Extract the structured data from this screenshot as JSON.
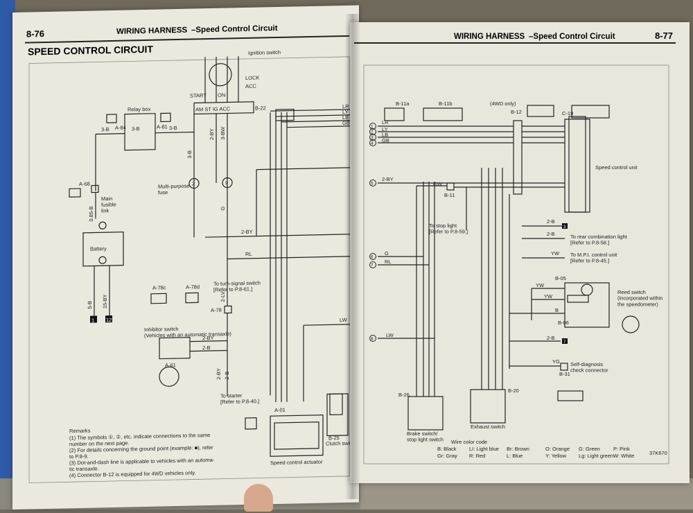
{
  "left_page": {
    "page_number": "8-76",
    "header_title": "WIRING HARNESS",
    "header_subtitle": "–Speed Control Circuit",
    "section_title": "SPEED CONTROL CIRCUIT",
    "labels": {
      "ignition_switch": "Ignition switch",
      "lock": "LOCK",
      "acc": "ACC",
      "start": "START",
      "on": "ON",
      "terminals": "AM ST IG   ACC",
      "b22": "B-22",
      "relay_box": "Relay box",
      "a84": "A-84",
      "a81": "A-81",
      "wire_3b_1": "3-B",
      "wire_3b_2": "3-B",
      "wire_3b_3": "3-B",
      "wire_3b_v": "3-B",
      "wire_2by_v": "2-BY",
      "wire_3bw_v": "3-BW",
      "a68": "A-68",
      "main_fusible": "Main\nfusible\nlink",
      "wire_085b": "0.85-B",
      "multi_fuse": "Multi-purpose\nfuse",
      "sym2": "2",
      "sym9": "9",
      "battery": "Battery",
      "wire_g_v": "G",
      "wire_2by_h": "2-BY",
      "wire_rl": "RL",
      "wire_5b": "5-B",
      "wire_15by": "15-BY",
      "gnd1": "1",
      "gnd12": "12",
      "a78c": "A-78c",
      "a78d": "A-78d",
      "turn_signal": "To turn-signal switch\n[Refer to P.8-61.]",
      "a78": "A-78",
      "wire_2lv": "2-LV",
      "inhibitor": "Inhibitor switch\n(Vehicles with an automatic transaxle)",
      "wire_2by_i": "2-BY",
      "wire_2b_i": "2-B",
      "a61": "A-61",
      "wire_2by_s": "2-BY",
      "wire_2b_s": "2-B",
      "to_starter": "To starter\n[Refer to P.8-40.]",
      "wire_lr": "LR",
      "wire_ly": "LY",
      "wire_lb": "LB",
      "wire_gb": "GB",
      "wire_lw": "LW",
      "a01": "A-01",
      "b25": "B-25",
      "actuator": "Speed control actuator",
      "clutch": "Clutch switch"
    },
    "remarks_title": "Remarks",
    "remarks": [
      "(1)  The symbols ①, ②, etc. indicate connections to the same",
      "      number on the next page.",
      "(2)  For details concerning the ground point (example: ■), refer",
      "      to P.8-9.",
      "(3)  Dot-and-dash line is applicable to vehicles with an automa-",
      "      tic transaxle.",
      "(4)  Connector B-12 is equipped for 4WD vehicles only."
    ]
  },
  "right_page": {
    "page_number": "8-77",
    "header_title": "WIRING HARNESS",
    "header_subtitle": "–Speed Control Circuit",
    "labels": {
      "b11a": "B-11a",
      "b11b": "B-11b",
      "b12": "B-12",
      "fourwd": "(4WD only)",
      "c19": "C-19",
      "scu": "Speed control unit",
      "n1": "1",
      "n2": "2",
      "n3": "3",
      "n4": "4",
      "n5": "5",
      "n6": "6",
      "n7": "7",
      "n8": "8",
      "w_lr": "LR",
      "w_ly": "LY",
      "w_lb": "LB",
      "w_gb": "GB",
      "w_2by": "2-BY",
      "w_gw": "GW",
      "b11": "B-11",
      "w_g": "G",
      "w_rl": "RL",
      "w_lw": "LW",
      "stop_light": "To stop light\n[Refer to P.8-59.]",
      "rear_combo": "To rear combination light\n[Refer to P.8-58.]",
      "mpi": "To M.P.I. control unit\n[Refer to P.8-45.]",
      "w_2b_1": "2-B",
      "w_2b_2": "2-B",
      "w_2b_3": "2-B",
      "w_yw_1": "YW",
      "w_yw_2": "YW",
      "w_yw_3": "YW",
      "w_b": "B",
      "w_yg": "YG",
      "b05": "B-05",
      "b06": "B-06",
      "b31": "B-31",
      "reed": "Reed switch\n(incorporated within\nthe speedometer)",
      "self_diag": "Self-diagnosis\ncheck connector",
      "gnd3": "3",
      "gnd7": "7",
      "b26": "B-26",
      "b20": "B-20",
      "brake_switch": "Brake switch/\nstop light switch",
      "exhaust": "Exhaust switch",
      "code_id": "37K670"
    },
    "color_code_title": "Wire color code",
    "color_codes": [
      "B: Black",
      "Gr: Gray",
      "LI: Light blue",
      "R: Red",
      "Br: Brown",
      "L: Blue",
      "O: Orange",
      "Y: Yellow",
      "G: Green",
      "Lg: Light green",
      "P: Pink",
      "W: White"
    ]
  }
}
